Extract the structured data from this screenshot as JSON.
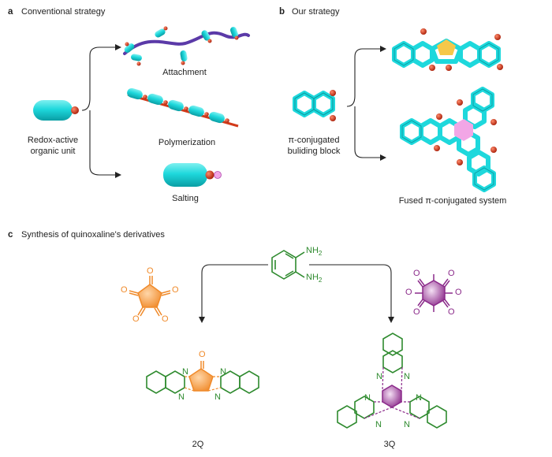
{
  "panel_a": {
    "letter": "a",
    "title": "Conventional strategy",
    "unit_label_line1": "Redox-active",
    "unit_label_line2": "organic unit",
    "attachment": "Attachment",
    "polymerization": "Polymerization",
    "salting": "Salting"
  },
  "panel_b": {
    "letter": "b",
    "title": "Our strategy",
    "block_label_line1": "π-conjugated",
    "block_label_line2": "buliding block",
    "fused": "Fused π-conjugated system"
  },
  "panel_c": {
    "letter": "c",
    "title": "Synthesis of quinoxaline's derivatives",
    "nh2_top": "NH",
    "nh2_bottom": "NH",
    "subscript": "2",
    "o": "O",
    "n": "N",
    "product_2q": "2Q",
    "product_3q": "3Q"
  },
  "colors": {
    "cyan": "#1ed8dc",
    "red": "#d23a1a",
    "purple_strand": "#5b3aa8",
    "orange": "#f08a2a",
    "purple": "#8b2a8a",
    "green": "#2e8a2e",
    "pink": "#f2a6e6",
    "yellow": "#f5c84a"
  }
}
